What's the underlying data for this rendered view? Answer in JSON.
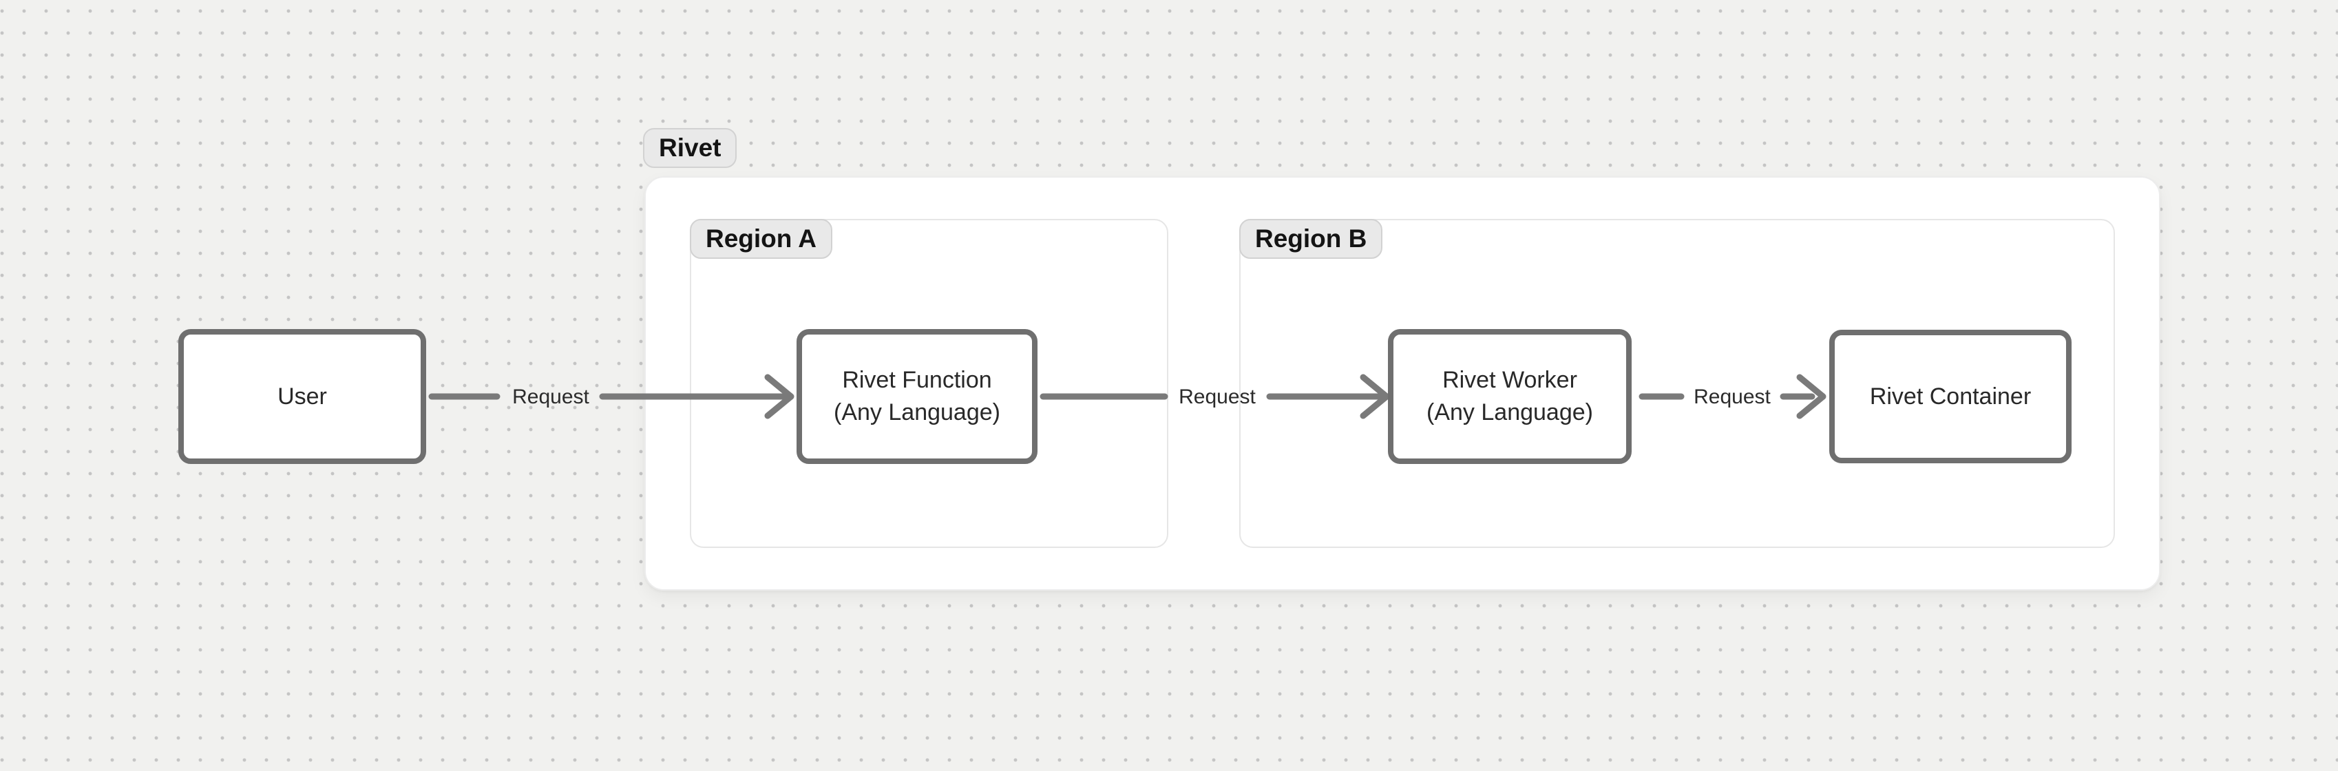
{
  "diagram": {
    "cluster": {
      "label": "Rivet"
    },
    "regions": [
      {
        "label": "Region A"
      },
      {
        "label": "Region B"
      }
    ],
    "nodes": [
      {
        "id": "user",
        "lines": [
          "User"
        ]
      },
      {
        "id": "rivet-function",
        "lines": [
          "Rivet Function",
          "(Any Language)"
        ]
      },
      {
        "id": "rivet-worker",
        "lines": [
          "Rivet Worker",
          "(Any Language)"
        ]
      },
      {
        "id": "rivet-container",
        "lines": [
          "Rivet Container"
        ]
      }
    ],
    "edges": [
      {
        "from": "user",
        "to": "rivet-function",
        "label": "Request"
      },
      {
        "from": "rivet-function",
        "to": "rivet-worker",
        "label": "Request"
      },
      {
        "from": "rivet-worker",
        "to": "rivet-container",
        "label": "Request"
      }
    ],
    "colors": {
      "background": "#f1f1ef",
      "grid_dot": "#c4c4c4",
      "surface": "#ffffff",
      "cluster_border": "#ececec",
      "region_border": "#e6e6e6",
      "badge_background": "#e9e9e9",
      "badge_border": "#d2d2d2",
      "node_border": "#6f6f6f",
      "edge": "#7a7a7a",
      "text": "#282828"
    }
  }
}
